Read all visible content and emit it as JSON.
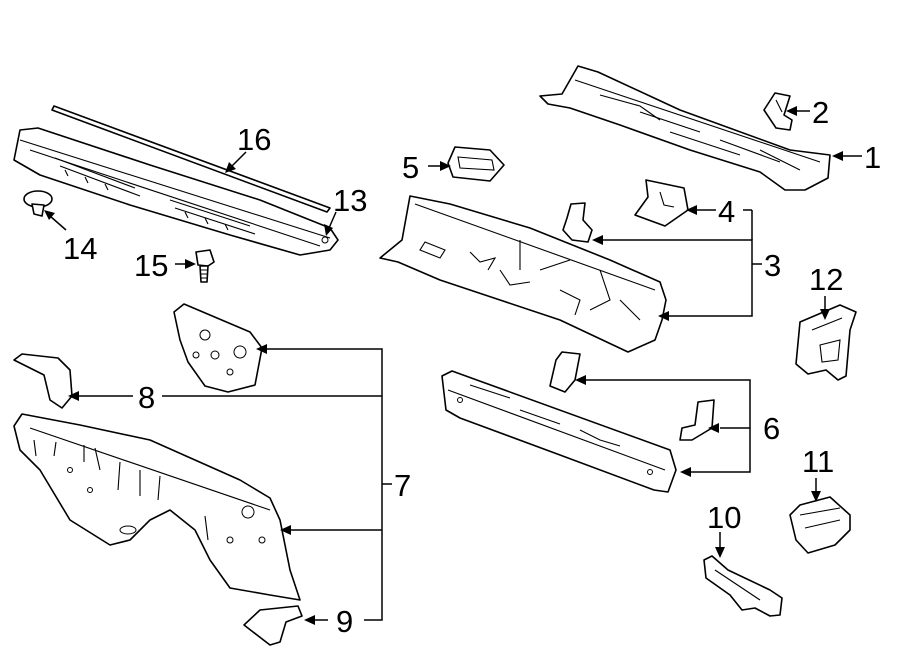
{
  "callouts": {
    "c1": "1",
    "c2": "2",
    "c3": "3",
    "c4": "4",
    "c5": "5",
    "c6": "6",
    "c7": "7",
    "c8": "8",
    "c9": "9",
    "c10": "10",
    "c11": "11",
    "c12": "12",
    "c13": "13",
    "c14": "14",
    "c15": "15",
    "c16": "16"
  },
  "colors": {
    "line": "#000000",
    "background": "#ffffff"
  }
}
